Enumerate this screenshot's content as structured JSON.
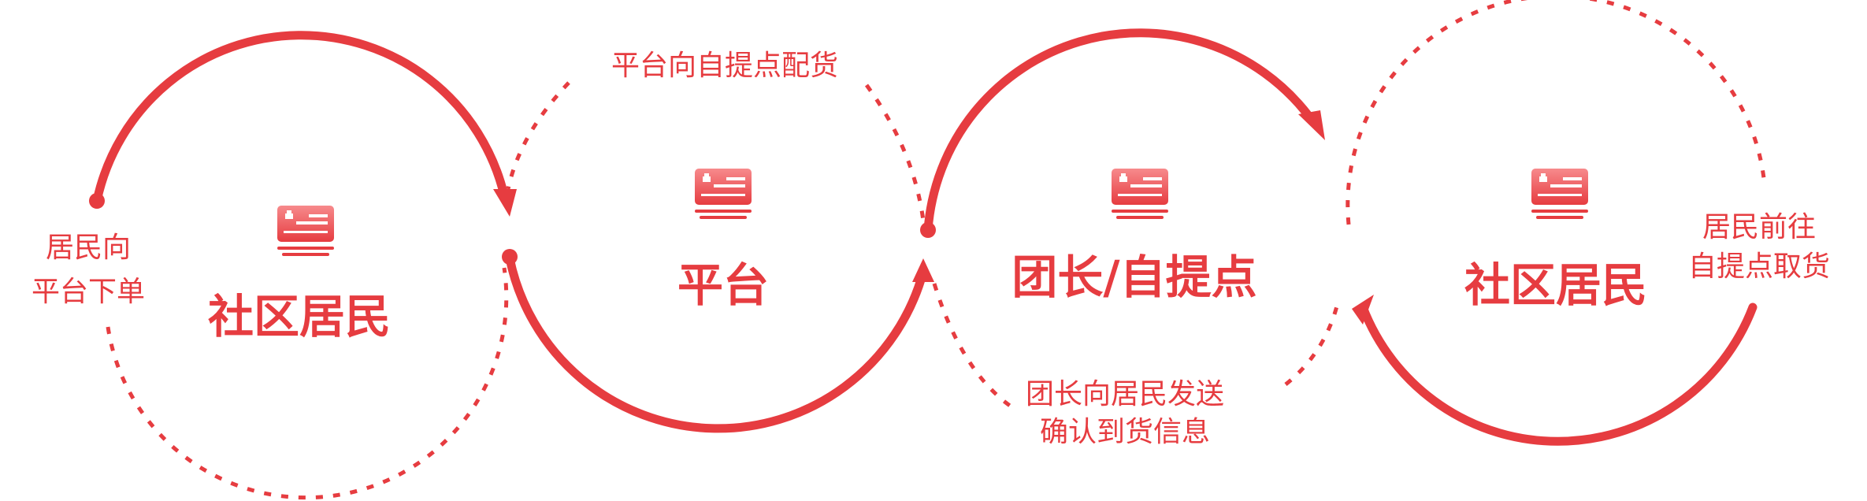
{
  "colors": {
    "accent": "#e63c40",
    "accent_light": "#f78a8c"
  },
  "nodes": [
    {
      "title": "社区居民",
      "icon": "card-icon"
    },
    {
      "title": "平台",
      "icon": "card-icon"
    },
    {
      "title": "团长/自提点",
      "icon": "card-icon"
    },
    {
      "title": "社区居民",
      "icon": "card-icon"
    }
  ],
  "steps": [
    {
      "line1": "居民向",
      "line2": "平台下单"
    },
    {
      "line1": "平台向自提点配货"
    },
    {
      "line1": "团长向居民发送",
      "line2": "确认到货信息"
    },
    {
      "line1": "居民前往",
      "line2": "自提点取货"
    }
  ]
}
